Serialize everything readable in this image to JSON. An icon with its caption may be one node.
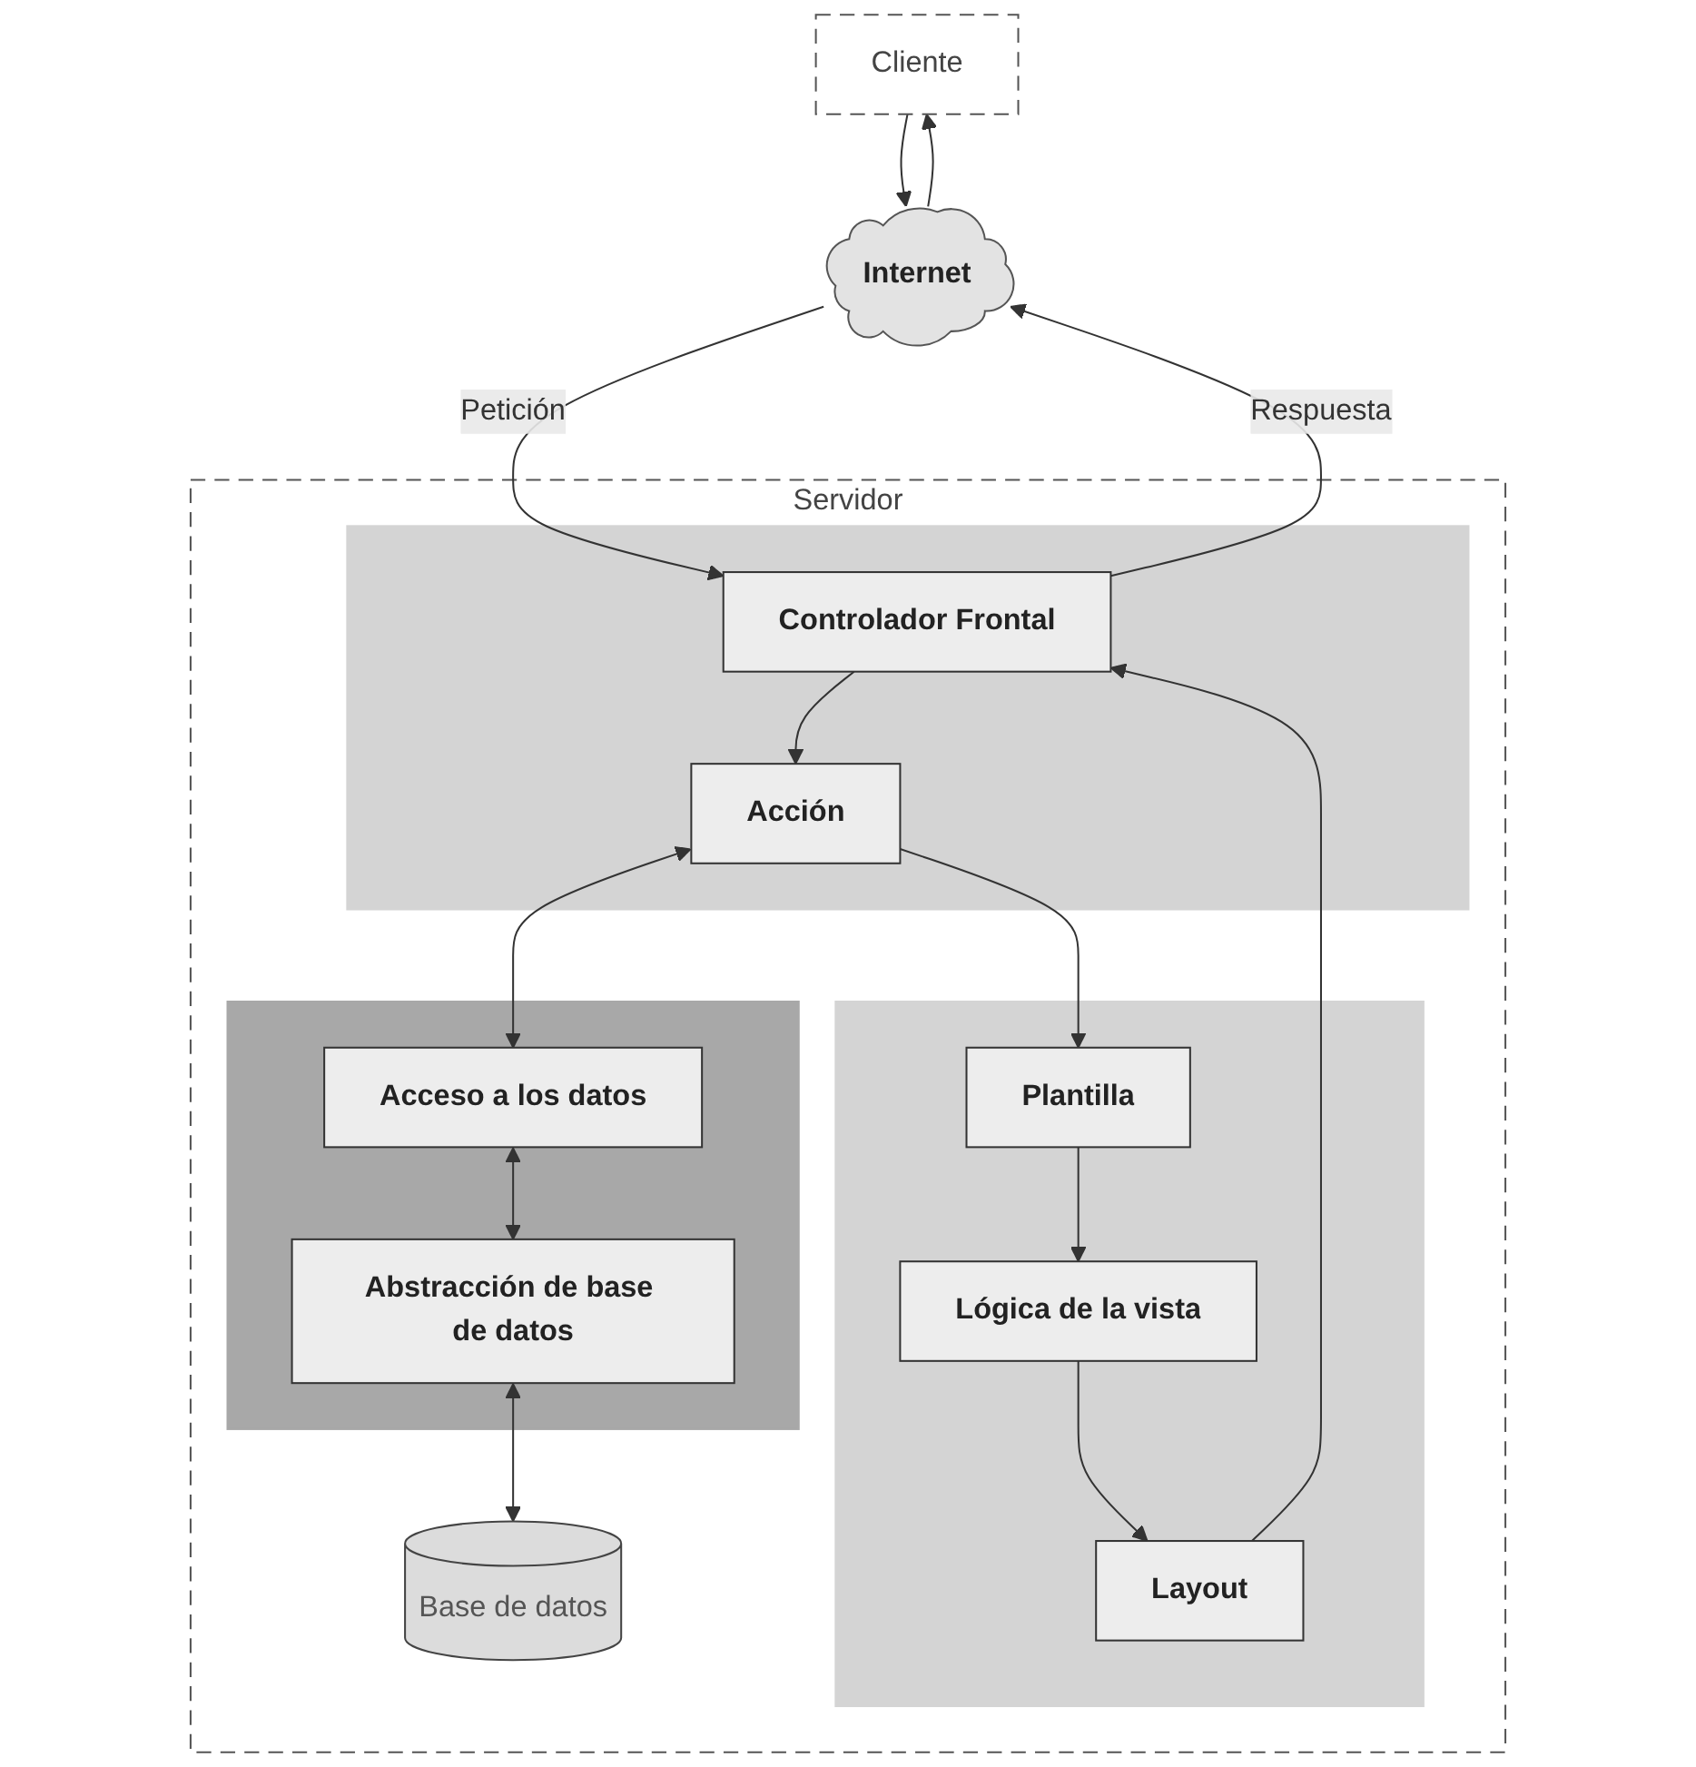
{
  "diagram": {
    "nodes": [
      {
        "text": [
          "Cliente"
        ]
      },
      {
        "text": [
          "Internet"
        ]
      },
      {
        "text": [
          "Servidor"
        ]
      },
      {
        "text": [],
        "shape": "box",
        "in": 2
      },
      {
        "text": [
          "Controlador Frontal"
        ],
        "in": 3
      },
      {
        "text": [
          "Acción"
        ],
        "in": 3
      },
      {
        "text": [],
        "shape": "box",
        "in": 2
      },
      {
        "text": [
          "Acceso a los datos"
        ],
        "in": 6
      },
      {
        "text": [
          "Abstracción de base de datos"
        ],
        "in": 6
      },
      {
        "text": [
          "Base de datos"
        ],
        "in": 2
      },
      {
        "text": [],
        "shape": "box",
        "in": 2
      },
      {
        "text": [
          "Layout"
        ],
        "in": 10
      },
      {
        "text": [
          "Lógica de la vista"
        ],
        "in": 10
      },
      {
        "text": [
          "Plantilla"
        ],
        "in": 10
      }
    ],
    "edges": [
      {
        "from": 0,
        "to": 1,
        "arrow": "to"
      },
      {
        "from": 1,
        "to": 0,
        "arrow": "to"
      },
      {
        "from": 1,
        "to": 4,
        "arrow": "to",
        "label": "Petición"
      },
      {
        "from": 4,
        "to": 1,
        "arrow": "to",
        "label": "Respuesta"
      },
      {
        "from": 4,
        "to": 5,
        "arrow": "to"
      },
      {
        "from": 5,
        "to": 7,
        "arrow": "both"
      },
      {
        "from": 5,
        "to": 13,
        "arrow": "to"
      },
      {
        "from": 7,
        "to": 8,
        "arrow": "both"
      },
      {
        "from": 8,
        "to": 9,
        "arrow": "both"
      },
      {
        "from": 13,
        "to": 12,
        "arrow": "to"
      },
      {
        "from": 12,
        "to": 11,
        "arrow": "to"
      },
      {
        "from": 11,
        "to": 4,
        "arrow": "to"
      }
    ]
  }
}
